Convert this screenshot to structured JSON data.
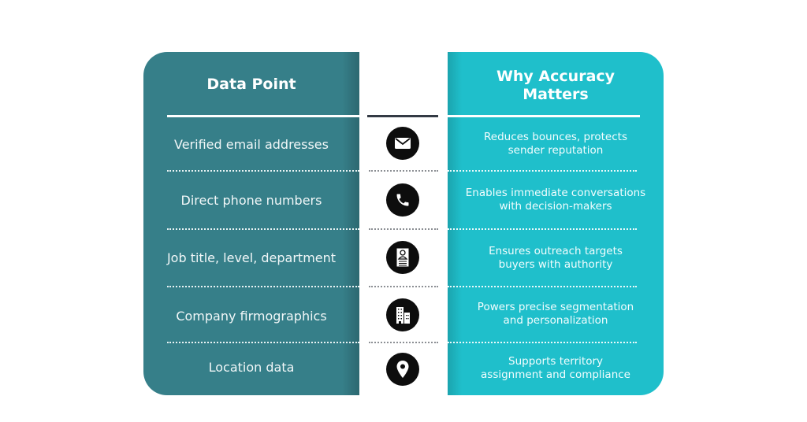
{
  "headers": {
    "left": "Data Point",
    "right": "Why Accuracy Matters"
  },
  "colors": {
    "left_card": "#367f89",
    "right_card": "#1fbfcb",
    "icon_circle": "#0d0d0d",
    "header_divider_mid": "#333a44"
  },
  "rows": [
    {
      "data_point": "Verified email addresses",
      "icon": "envelope-icon",
      "why_line1": "Reduces bounces, protects",
      "why_line2": "sender reputation"
    },
    {
      "data_point": "Direct phone numbers",
      "icon": "phone-icon",
      "why_line1": "Enables immediate conversations",
      "why_line2": "with decision-makers"
    },
    {
      "data_point": "Job title, level, department",
      "icon": "id-badge-icon",
      "why_line1": "Ensures outreach targets",
      "why_line2": "buyers with authority"
    },
    {
      "data_point": "Company firmographics",
      "icon": "office-building-icon",
      "why_line1": "Powers precise segmentation",
      "why_line2": "and personalization"
    },
    {
      "data_point": "Location data",
      "icon": "map-pin-icon",
      "why_line1": "Supports territory",
      "why_line2": "assignment and compliance"
    }
  ]
}
